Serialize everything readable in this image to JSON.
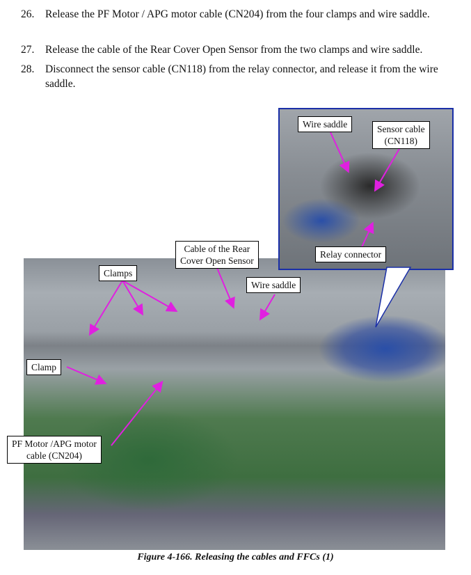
{
  "steps": [
    {
      "num": "26.",
      "text": "Release the PF Motor / APG motor cable (CN204) from the four clamps and wire saddle."
    },
    {
      "num": "27.",
      "text": "Release the cable of the Rear Cover Open Sensor from the two clamps and wire saddle."
    },
    {
      "num": "28.",
      "text": "Disconnect the sensor cable (CN118) from the relay connector, and release it from the wire saddle."
    }
  ],
  "labels": {
    "inset_wire_saddle": "Wire saddle",
    "sensor_cable_1": "Sensor cable",
    "sensor_cable_2": "(CN118)",
    "relay_connector": "Relay connector",
    "rear_cable_1": "Cable of the Rear",
    "rear_cable_2": "Cover Open Sensor",
    "wire_saddle": "Wire saddle",
    "clamps": "Clamps",
    "clamp": "Clamp",
    "pf_motor_1": "PF Motor /APG motor",
    "pf_motor_2": "cable (CN204)"
  },
  "caption": "Figure 4-166.  Releasing the cables and FFCs (1)",
  "colors": {
    "arrow": "#e020e0",
    "inset_border": "#1a2fa8"
  }
}
